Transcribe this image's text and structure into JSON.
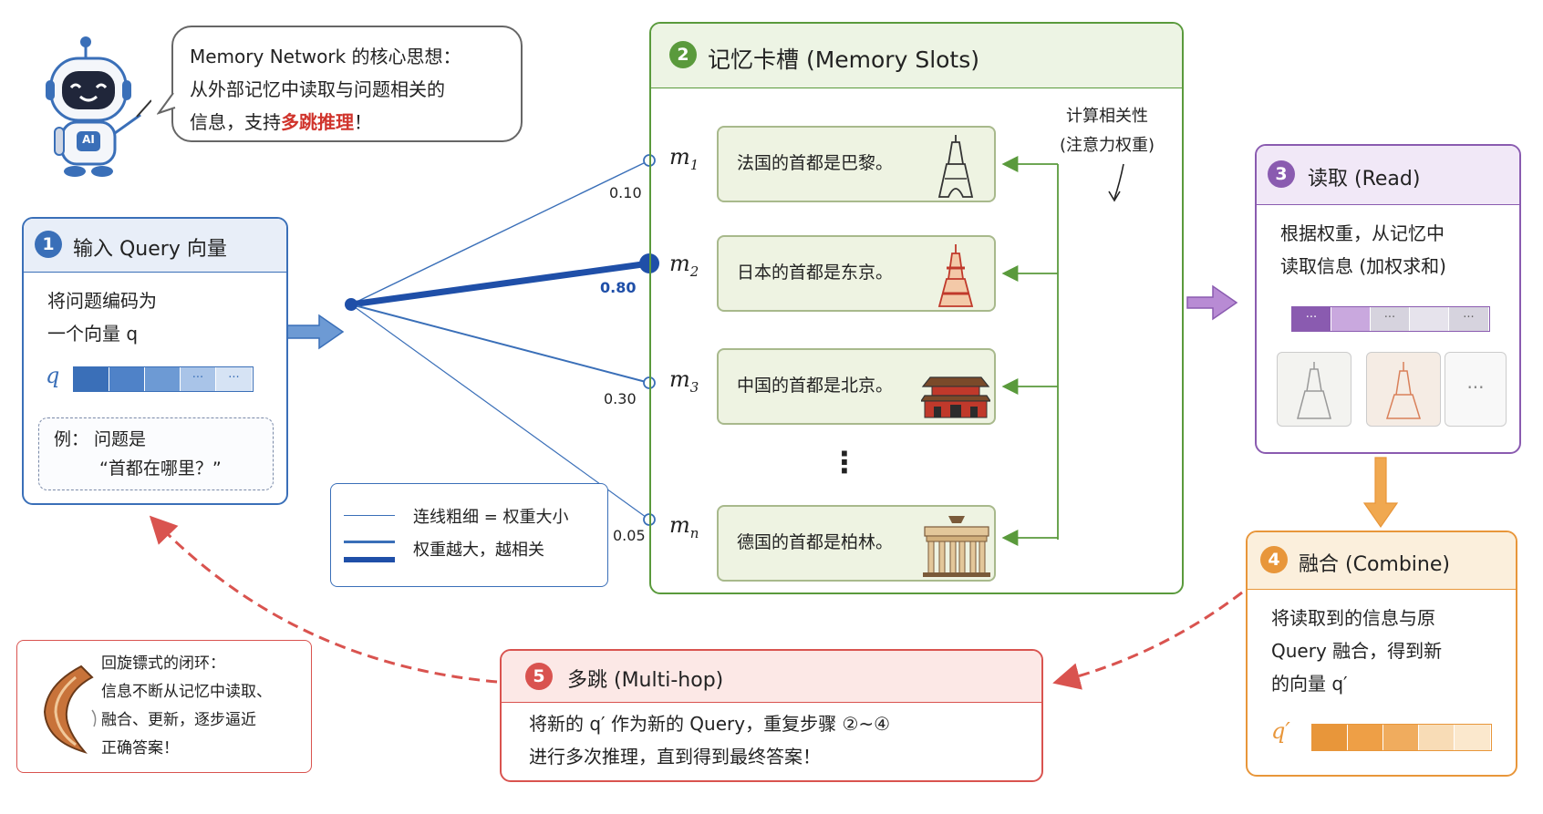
{
  "speech": {
    "line1": "Memory Network 的核心思想：",
    "line2": "从外部记忆中读取与问题相关的",
    "line3_a": "信息，支持",
    "line3_b": "多跳推理",
    "line3_c": "！"
  },
  "robot": {
    "badge": "AI"
  },
  "step1": {
    "num": "1",
    "title": "输入 Query 向量",
    "line1": "将问题编码为",
    "line2": "一个向量 q",
    "vec_label": "q",
    "cell_dots": "···",
    "example_line1": "例：  问题是",
    "example_line2": "“首都在哪里？”"
  },
  "step2": {
    "num": "2",
    "title": "记忆卡槽 (Memory Slots)",
    "relevance_line1": "计算相关性",
    "relevance_line2": "(注意力权重)",
    "vdots": "⋮",
    "slots": [
      {
        "m": "m",
        "sub": "1",
        "text": "法国的首都是巴黎。",
        "weight": "0.10",
        "landmark": "eiffel-tower"
      },
      {
        "m": "m",
        "sub": "2",
        "text": "日本的首都是东京。",
        "weight": "0.80",
        "landmark": "tokyo-tower"
      },
      {
        "m": "m",
        "sub": "3",
        "text": "中国的首都是北京。",
        "weight": "0.30",
        "landmark": "tiananmen"
      },
      {
        "m": "m",
        "sub": "n",
        "text": "德国的首都是柏林。",
        "weight": "0.05",
        "landmark": "brandenburg-gate"
      }
    ]
  },
  "legend": {
    "line1": "连线粗细 = 权重大小",
    "line2": "权重越大，越相关"
  },
  "step3": {
    "num": "3",
    "title": "读取 (Read)",
    "line1": "根据权重，从记忆中",
    "line2": "读取信息 (加权求和)",
    "cell_dots": "···",
    "thumb_more": "···"
  },
  "step4": {
    "num": "4",
    "title": "融合 (Combine)",
    "line1": "将读取到的信息与原",
    "line2": "Query 融合，得到新",
    "line3": "的向量 q′",
    "vec_label": "q′"
  },
  "step5": {
    "num": "5",
    "title": "多跳 (Multi-hop)",
    "line1": "将新的 q′ 作为新的 Query，重复步骤 ②~④",
    "line2": "进行多次推理，直到得到最终答案！"
  },
  "loop_note": {
    "line1": "回旋镖式的闭环：",
    "line2": "信息不断从记忆中读取、",
    "line3": "融合、更新，逐步逼近",
    "line4": "正确答案！"
  },
  "colors": {
    "blue": "#3a6fb8",
    "green": "#5a9a3c",
    "purple": "#8a5bb0",
    "orange": "#e8963a",
    "red": "#d9534f",
    "highlight": "#d0342c"
  }
}
